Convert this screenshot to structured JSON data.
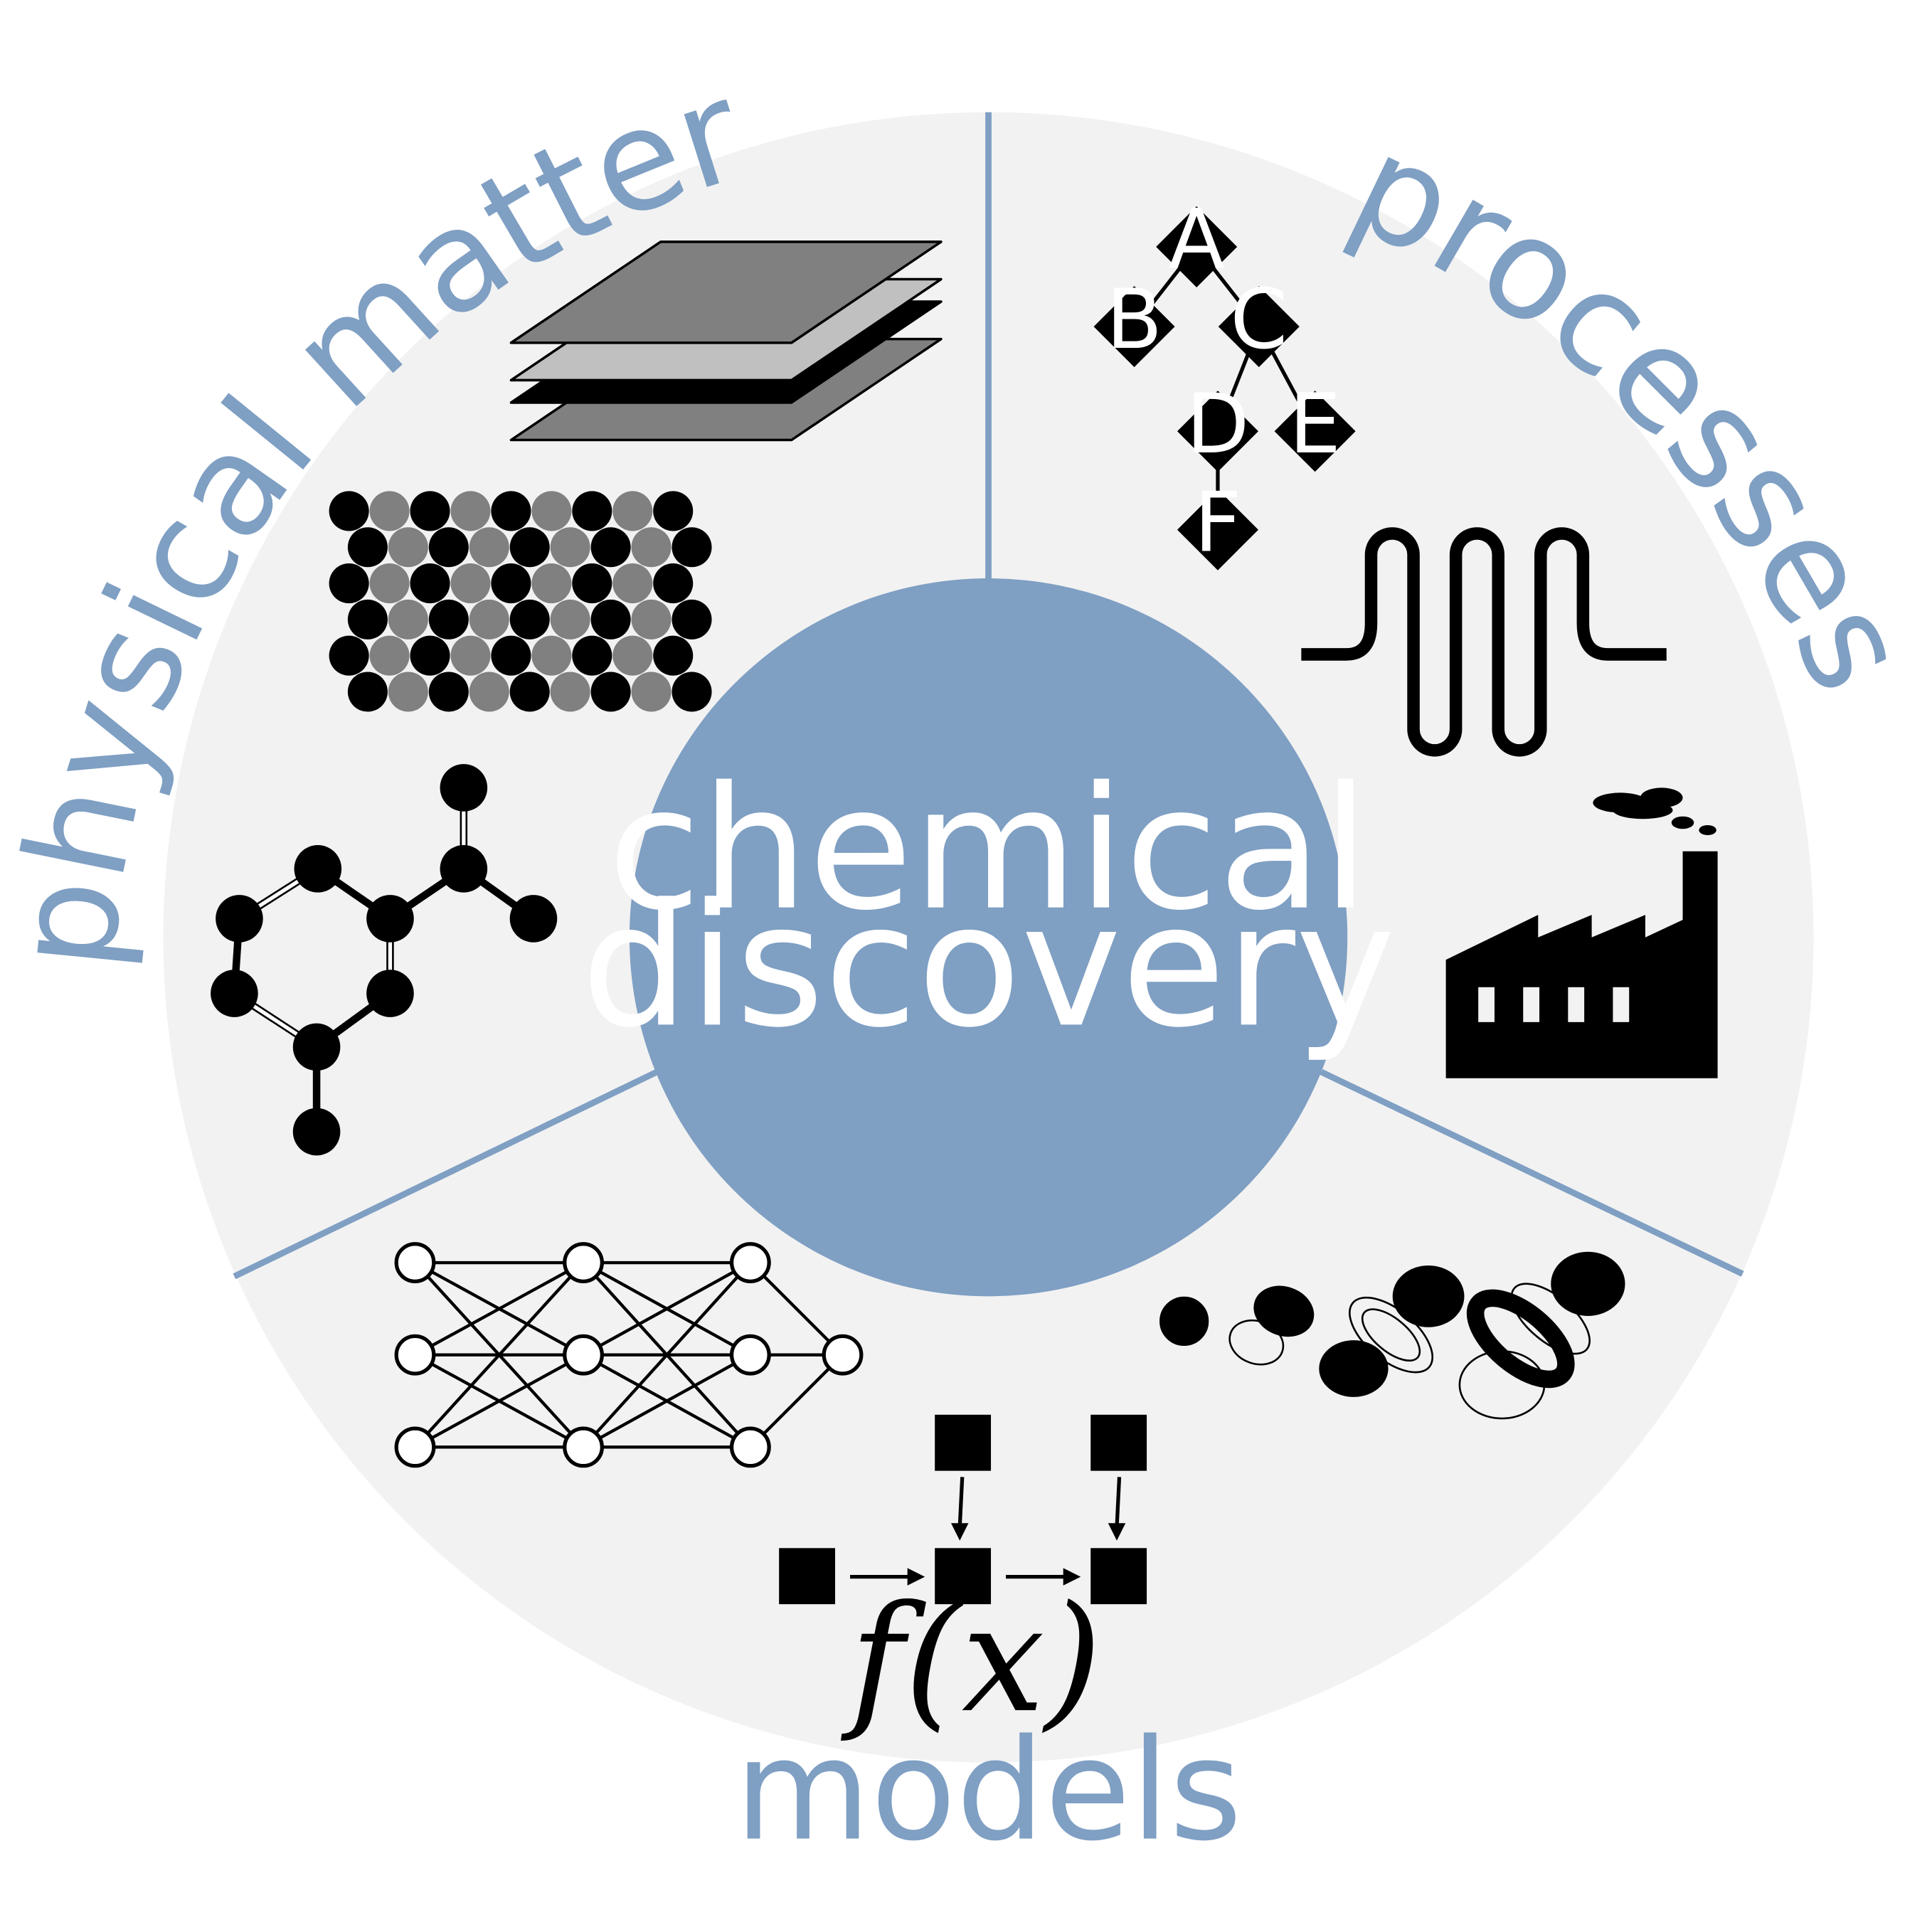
{
  "center": {
    "line1": "chemical",
    "line2": "discovery"
  },
  "sectors": {
    "physical_matter": {
      "label": "physical matter"
    },
    "processes": {
      "label": "processes"
    },
    "models": {
      "label": "models"
    }
  },
  "tree_nodes": [
    "A",
    "B",
    "C",
    "D",
    "E",
    "F"
  ],
  "function_label": "f(x)",
  "colors": {
    "accent": "#7f9fc3",
    "sector_fill": "#f2f2f2",
    "icon": "#000000",
    "gray": "#808080",
    "light_gray": "#c0c0c0"
  }
}
